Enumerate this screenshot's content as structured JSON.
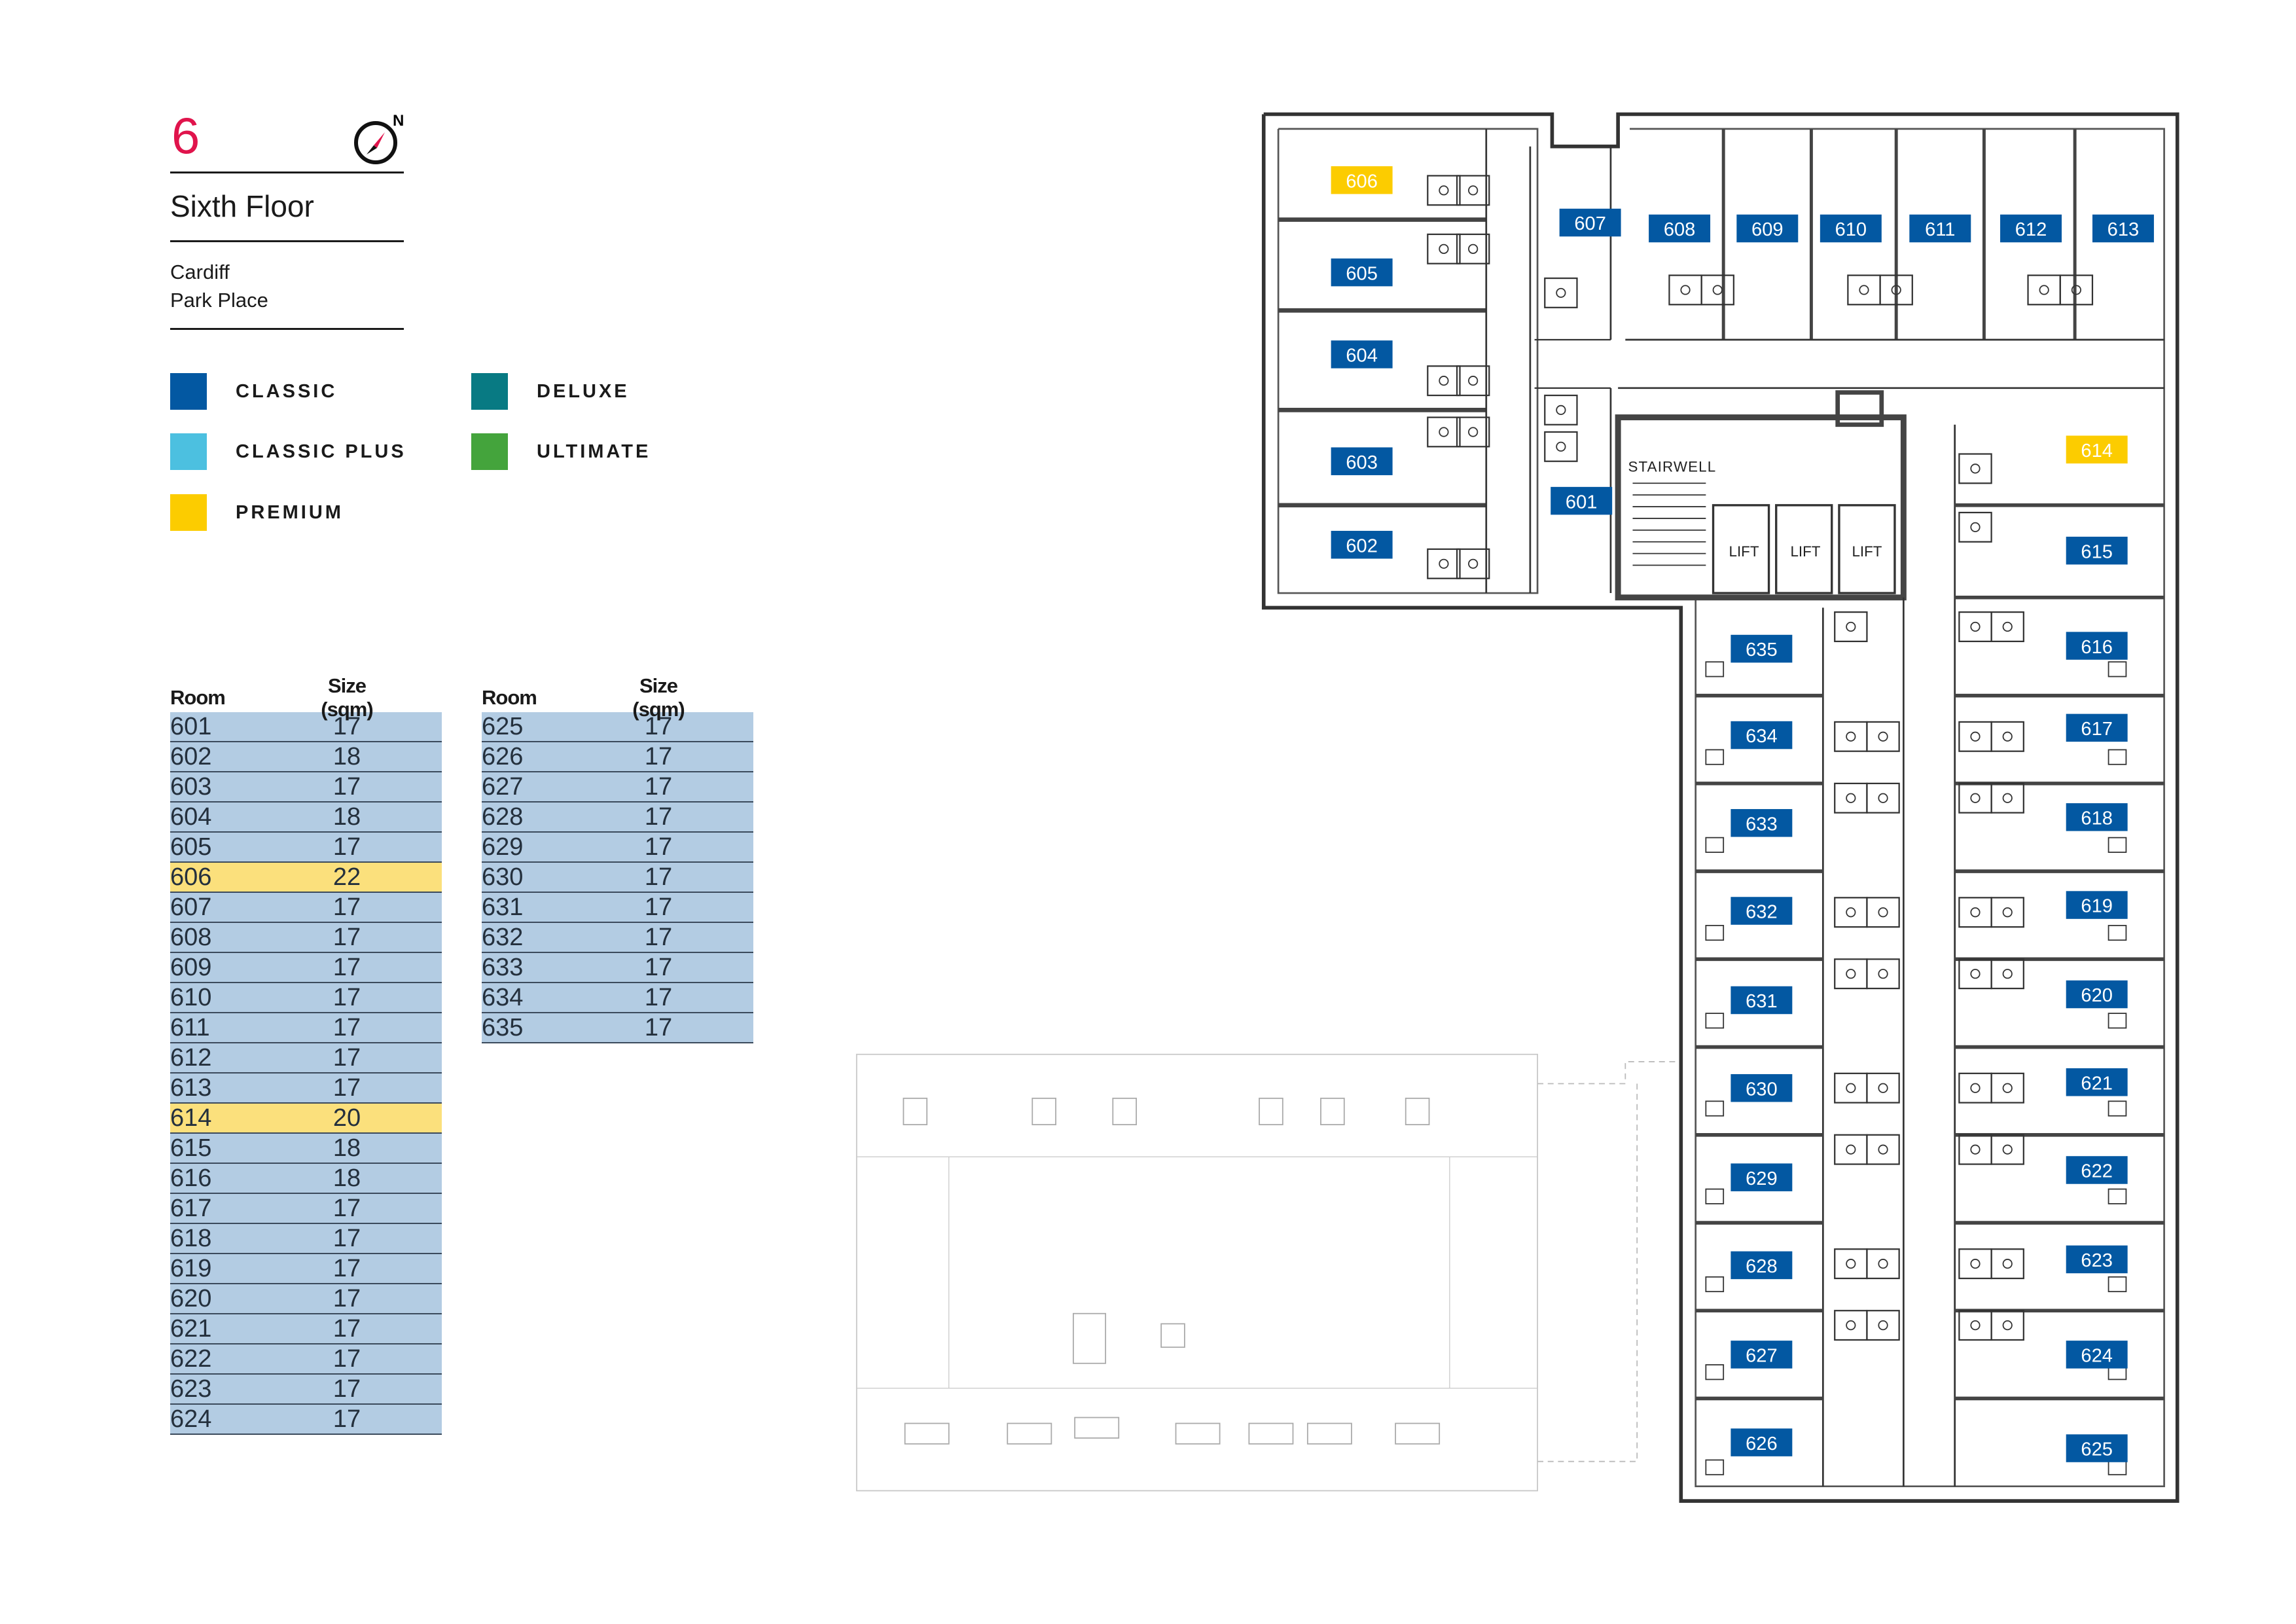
{
  "header": {
    "floor_number": "6",
    "floor_title": "Sixth Floor",
    "address_line1": "Cardiff",
    "address_line2": "Park Place",
    "compass_label": "N"
  },
  "legend": [
    {
      "label": "CLASSIC",
      "color": "#0358a2"
    },
    {
      "label": "CLASSIC PLUS",
      "color": "#4cc0e0"
    },
    {
      "label": "PREMIUM",
      "color": "#fccc00"
    },
    {
      "label": "DELUXE",
      "color": "#087a83"
    },
    {
      "label": "ULTIMATE",
      "color": "#44a43c"
    }
  ],
  "tables": [
    {
      "headers": {
        "room": "Room",
        "size": "Size (sqm)"
      },
      "rows": [
        {
          "room": "601",
          "size": "17",
          "type": "classic"
        },
        {
          "room": "602",
          "size": "18",
          "type": "classic"
        },
        {
          "room": "603",
          "size": "17",
          "type": "classic"
        },
        {
          "room": "604",
          "size": "18",
          "type": "classic"
        },
        {
          "room": "605",
          "size": "17",
          "type": "classic"
        },
        {
          "room": "606",
          "size": "22",
          "type": "premium"
        },
        {
          "room": "607",
          "size": "17",
          "type": "classic"
        },
        {
          "room": "608",
          "size": "17",
          "type": "classic"
        },
        {
          "room": "609",
          "size": "17",
          "type": "classic"
        },
        {
          "room": "610",
          "size": "17",
          "type": "classic"
        },
        {
          "room": "611",
          "size": "17",
          "type": "classic"
        },
        {
          "room": "612",
          "size": "17",
          "type": "classic"
        },
        {
          "room": "613",
          "size": "17",
          "type": "classic"
        },
        {
          "room": "614",
          "size": "20",
          "type": "premium"
        },
        {
          "room": "615",
          "size": "18",
          "type": "classic"
        },
        {
          "room": "616",
          "size": "18",
          "type": "classic"
        },
        {
          "room": "617",
          "size": "17",
          "type": "classic"
        },
        {
          "room": "618",
          "size": "17",
          "type": "classic"
        },
        {
          "room": "619",
          "size": "17",
          "type": "classic"
        },
        {
          "room": "620",
          "size": "17",
          "type": "classic"
        },
        {
          "room": "621",
          "size": "17",
          "type": "classic"
        },
        {
          "room": "622",
          "size": "17",
          "type": "classic"
        },
        {
          "room": "623",
          "size": "17",
          "type": "classic"
        },
        {
          "room": "624",
          "size": "17",
          "type": "classic"
        }
      ]
    },
    {
      "headers": {
        "room": "Room",
        "size": "Size (sqm)"
      },
      "rows": [
        {
          "room": "625",
          "size": "17",
          "type": "classic"
        },
        {
          "room": "626",
          "size": "17",
          "type": "classic"
        },
        {
          "room": "627",
          "size": "17",
          "type": "classic"
        },
        {
          "room": "628",
          "size": "17",
          "type": "classic"
        },
        {
          "room": "629",
          "size": "17",
          "type": "classic"
        },
        {
          "room": "630",
          "size": "17",
          "type": "classic"
        },
        {
          "room": "631",
          "size": "17",
          "type": "classic"
        },
        {
          "room": "632",
          "size": "17",
          "type": "classic"
        },
        {
          "room": "633",
          "size": "17",
          "type": "classic"
        },
        {
          "room": "634",
          "size": "17",
          "type": "classic"
        },
        {
          "room": "635",
          "size": "17",
          "type": "classic"
        }
      ]
    }
  ],
  "plan": {
    "stairwell_label": "STAIRWELL",
    "lift_labels": [
      "LIFT",
      "LIFT",
      "LIFT"
    ],
    "rooms": [
      "601",
      "602",
      "603",
      "604",
      "605",
      "606",
      "607",
      "608",
      "609",
      "610",
      "611",
      "612",
      "613",
      "614",
      "615",
      "616",
      "617",
      "618",
      "619",
      "620",
      "621",
      "622",
      "623",
      "624",
      "625",
      "626",
      "627",
      "628",
      "629",
      "630",
      "631",
      "632",
      "633",
      "634",
      "635"
    ],
    "premium_rooms": [
      "606",
      "614"
    ]
  }
}
